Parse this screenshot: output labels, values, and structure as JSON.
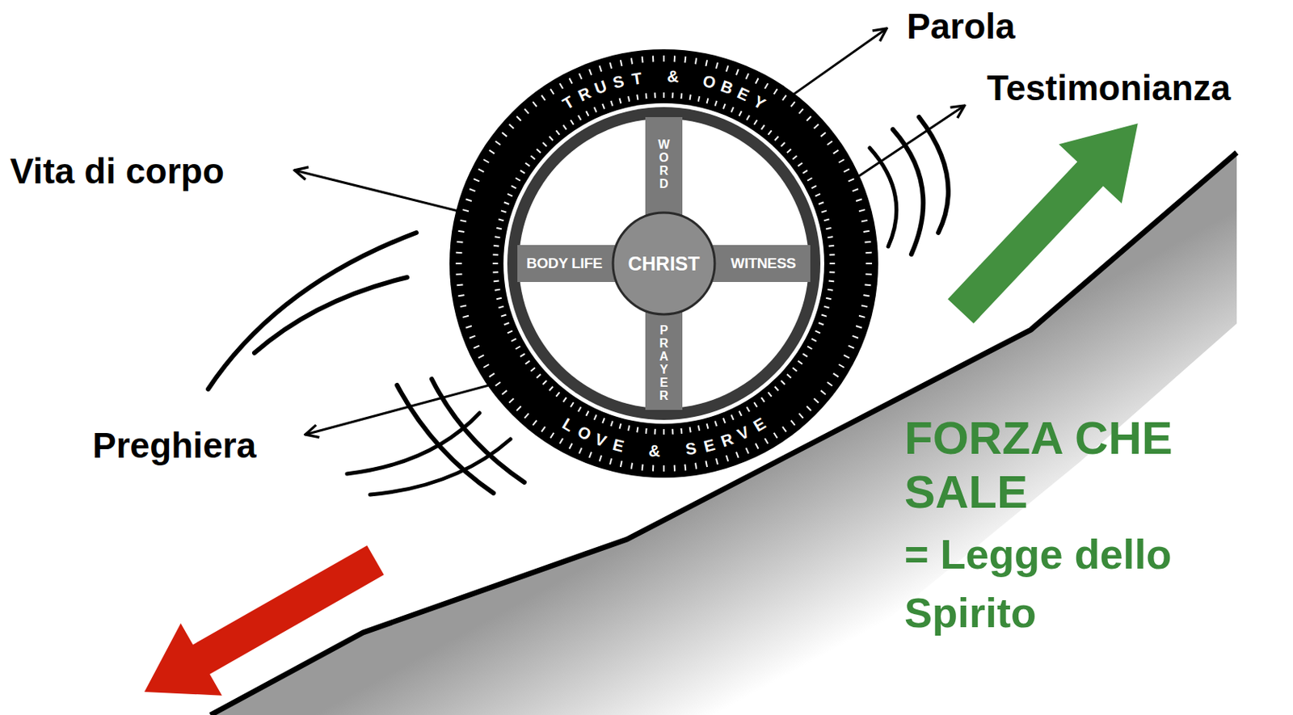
{
  "diagram": {
    "nodes": [
      {
        "text": [
          "TRUST & OBEY",
          "LOVE & SERVE"
        ]
      },
      {
        "text": [
          "WORD"
        ],
        "in": 0
      },
      {
        "text": [
          "BODY LIFE"
        ],
        "in": 0
      },
      {
        "text": [
          "CHRIST"
        ],
        "in": 0
      },
      {
        "text": [
          "WITNESS"
        ],
        "in": 0
      },
      {
        "text": [
          "PRAYER"
        ],
        "in": 0
      }
    ],
    "labels": [
      "Parola",
      "Testimonianza",
      "Vita di corpo",
      "Preghiera",
      "FORZA CHE SALE",
      "= Legge dello Spirito"
    ]
  }
}
